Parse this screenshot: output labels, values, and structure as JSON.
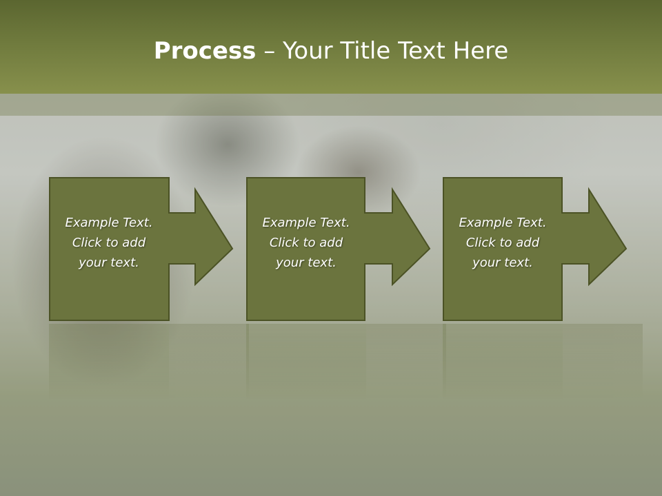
{
  "slide": {
    "title_bold": "Process",
    "title_rest": " – Your Title Text Here"
  },
  "steps": [
    {
      "text": "Example Text.\nClick  to add\nyour text."
    },
    {
      "text": "Example Text.\nClick  to add\nyour text."
    },
    {
      "text": "Example Text.\nClick  to add\nyour text."
    }
  ],
  "colors": {
    "header": "#6f7a3d",
    "box_fill": "#6b743e",
    "box_border": "#4b5225",
    "text": "#ffffff"
  },
  "icons": [
    "right-arrow-icon"
  ]
}
